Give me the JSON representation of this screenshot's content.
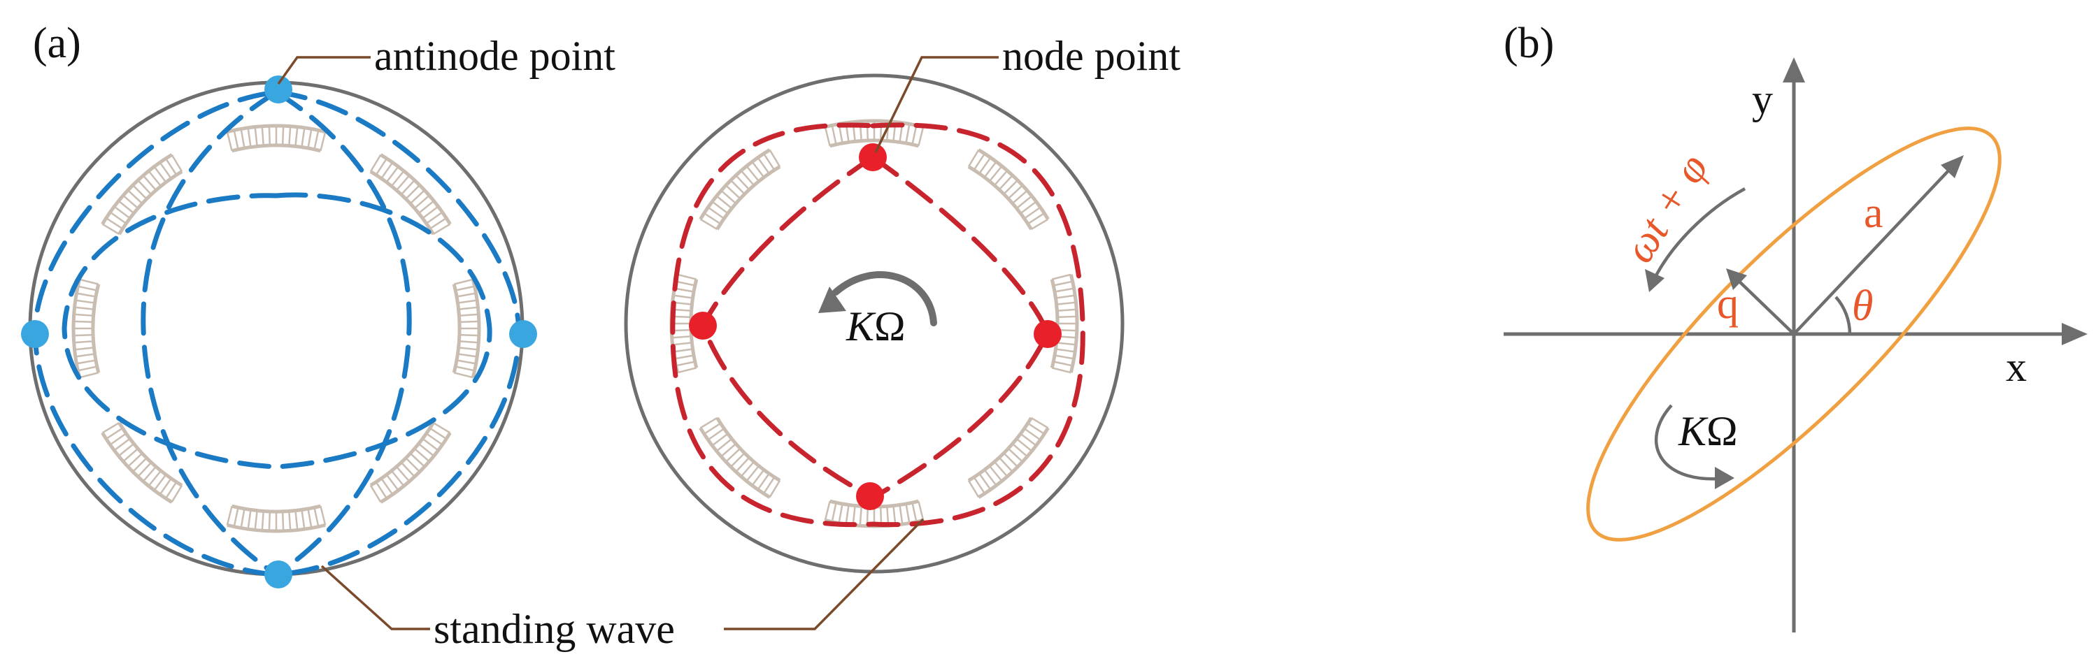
{
  "panels": {
    "a": "(a)",
    "b": "(b)"
  },
  "annotations": {
    "antinode": "antinode point",
    "node": "node point",
    "standing_wave": "standing wave"
  },
  "rotation": {
    "k": "K",
    "omega": "Ω"
  },
  "axes": {
    "x": "x",
    "y": "y"
  },
  "ellipse_labels": {
    "a": "a",
    "q": "q",
    "theta": "θ",
    "phase": "ωt + φ"
  },
  "colors": {
    "antinode_wave": "#1a7ac4",
    "antinode_dot": "#3aa6e0",
    "node_wave": "#c8242e",
    "node_dot": "#e8202a",
    "ellipse": "#f0a040",
    "label_red": "#e8572a",
    "leader": "#7a4a2a",
    "ring": "#6e6e6e",
    "electrode": "#c9bcb0"
  }
}
